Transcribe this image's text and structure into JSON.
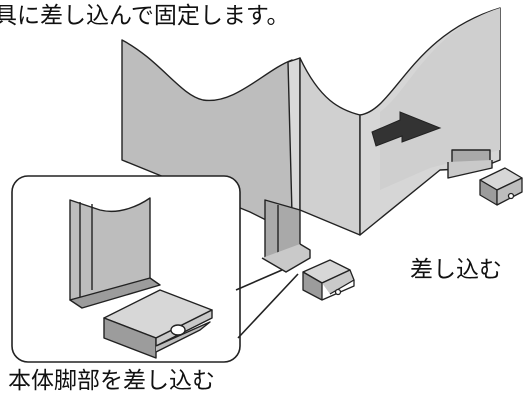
{
  "labels": {
    "instruction": "具に差し込んで固定します。",
    "insert": "差し込む",
    "insert_leg": "本体脚部を差し込む"
  },
  "colors": {
    "line": "#222222",
    "panel_front": "#bdbdbd",
    "panel_side": "#d9d9d9",
    "panel_dark": "#a9a9a9",
    "bracket": "#c9c9c9",
    "arrow": "#333333"
  }
}
